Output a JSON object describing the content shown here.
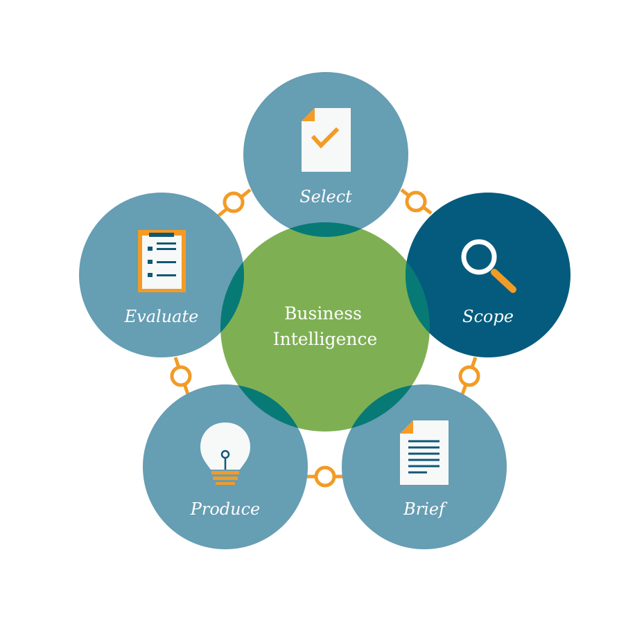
{
  "center": {
    "line1": "Business",
    "line2": "Intelligence"
  },
  "nodes": [
    {
      "label": "Select",
      "icon": "document-check-icon"
    },
    {
      "label": "Scope",
      "icon": "magnifier-icon"
    },
    {
      "label": "Brief",
      "icon": "document-text-icon"
    },
    {
      "label": "Produce",
      "icon": "lightbulb-icon"
    },
    {
      "label": "Evaluate",
      "icon": "clipboard-list-icon"
    }
  ],
  "colors": {
    "node": "#669eb3",
    "node_active": "#045b7d",
    "center": "#7eb053",
    "overlap": "#077a75",
    "accent": "#f39b25",
    "paper": "#f7f8f8",
    "ink": "#0f5777"
  }
}
